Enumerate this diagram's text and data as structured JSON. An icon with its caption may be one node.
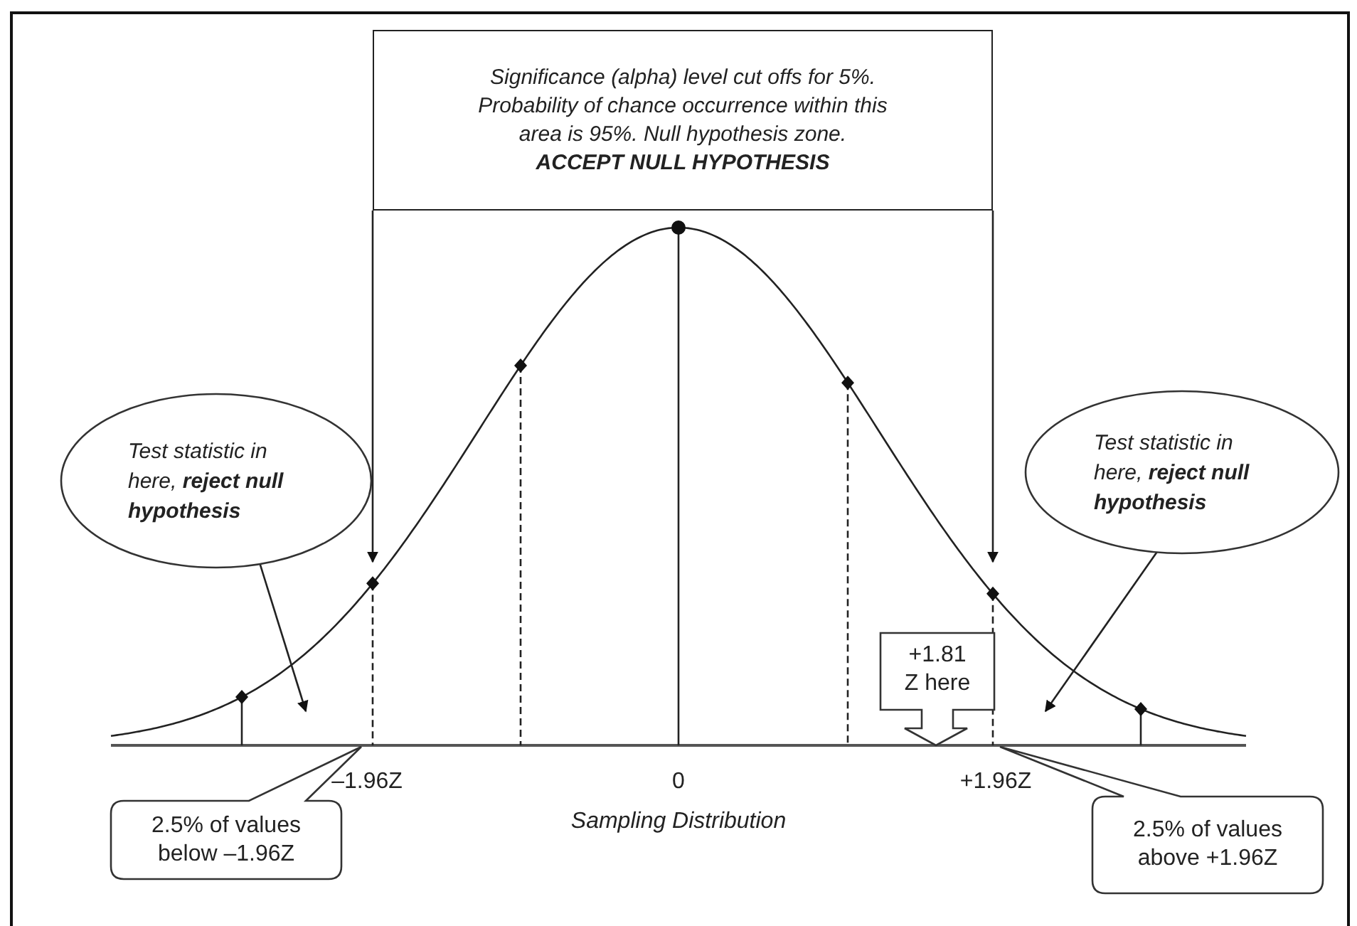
{
  "diagram": {
    "nodes": [
      {
        "text": [
          "Significance (alpha) level cut offs for 5%. Probability of chance occurrence within this area is 95%. Null hypothesis zone.",
          "ACCEPT NULL HYPOTHESIS"
        ]
      },
      {
        "text": [
          "Test statistic in here, **reject null hypothesis**"
        ]
      },
      {
        "text": [
          "Test statistic in here, **reject null hypothesis**"
        ]
      },
      {
        "text": [
          "2.5% of values below –1.96Z"
        ]
      },
      {
        "text": [
          "2.5% of values above +1.96Z"
        ]
      },
      {
        "text": [
          "+1.81 Z here"
        ]
      }
    ],
    "edges": [
      {
        "from": 0,
        "to": null,
        "arrow": "to"
      },
      {
        "from": 0,
        "to": null,
        "arrow": "to"
      },
      {
        "from": 1,
        "to": null,
        "arrow": "to"
      },
      {
        "from": 2,
        "to": null,
        "arrow": "to"
      }
    ],
    "labels": [
      "–1.96Z",
      "0",
      "+1.96Z",
      "Sampling Distribution"
    ]
  }
}
